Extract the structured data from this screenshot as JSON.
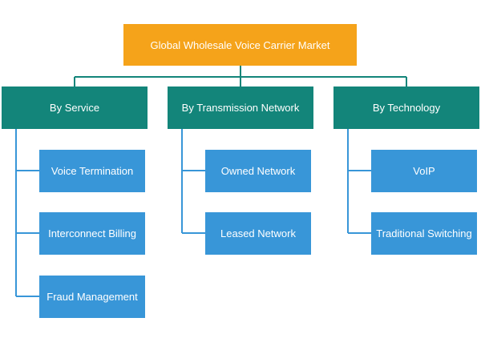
{
  "diagram": {
    "root": {
      "label": "Global Wholesale Voice Carrier Market"
    },
    "categories": [
      {
        "label": "By Service",
        "items": [
          "Voice Termination",
          "Interconnect Billing",
          "Fraud Management"
        ]
      },
      {
        "label": "By Transmission Network",
        "items": [
          "Owned Network",
          "Leased Network"
        ]
      },
      {
        "label": "By Technology",
        "items": [
          "VoIP",
          "Traditional Switching"
        ]
      }
    ],
    "colors": {
      "root": "#f5a31a",
      "category": "#13857a",
      "leaf": "#3896d8",
      "connector": "#13857a",
      "leaf_connector": "#3896d8"
    }
  }
}
